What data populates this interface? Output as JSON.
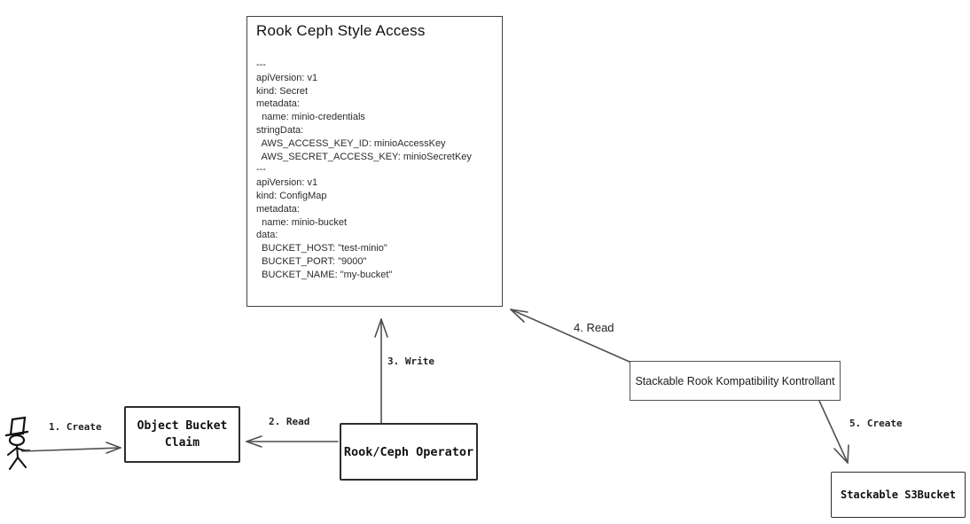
{
  "code_panel": {
    "title": "Rook Ceph Style Access",
    "lines": [
      "---",
      "apiVersion: v1",
      "kind: Secret",
      "metadata:",
      "  name: minio-credentials",
      "stringData:",
      "  AWS_ACCESS_KEY_ID: minioAccessKey",
      "  AWS_SECRET_ACCESS_KEY: minioSecretKey",
      "---",
      "apiVersion: v1",
      "kind: ConfigMap",
      "metadata:",
      "  name: minio-bucket",
      "data:",
      "  BUCKET_HOST: \"test-minio\"",
      "  BUCKET_PORT: \"9000\"",
      "  BUCKET_NAME: \"my-bucket\""
    ]
  },
  "nodes": {
    "object_bucket_claim": {
      "label": "Object Bucket Claim"
    },
    "rook_ceph_operator": {
      "label": "Rook/Ceph Operator"
    },
    "kontrollant": {
      "label": "Stackable Rook Kompatibility Kontrollant"
    },
    "s3bucket": {
      "label": "Stackable S3Bucket"
    }
  },
  "edges": [
    {
      "label": "1. Create"
    },
    {
      "label": "2. Read"
    },
    {
      "label": "3. Write"
    },
    {
      "label": "4. Read"
    },
    {
      "label": "5. Create"
    }
  ],
  "colors": {
    "ink": "#1a1a1a",
    "line": "#4f4f4f"
  }
}
